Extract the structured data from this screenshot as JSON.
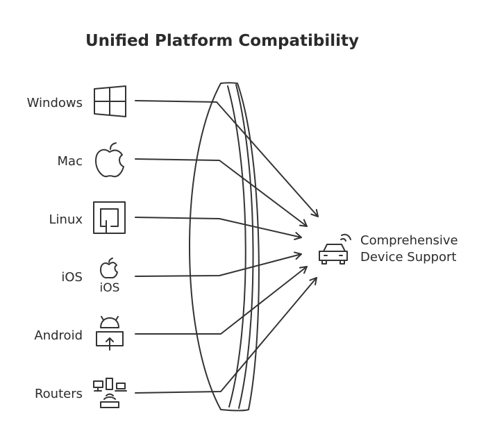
{
  "title": "Unified Platform Compatibility",
  "platforms": [
    {
      "label": "Windows",
      "icon": "windows-icon"
    },
    {
      "label": "Mac",
      "icon": "apple-icon"
    },
    {
      "label": "Linux",
      "icon": "linux-icon"
    },
    {
      "label": "iOS",
      "icon": "ios-icon",
      "icon_text": "iOS"
    },
    {
      "label": "Android",
      "icon": "android-icon"
    },
    {
      "label": "Routers",
      "icon": "router-devices-icon"
    }
  ],
  "target": {
    "line1": "Comprehensive",
    "line2": "Device Support",
    "icon": "connected-car-icon"
  },
  "lens_icon": "lens-shape",
  "colors": {
    "ink": "#333333",
    "background": "#ffffff"
  }
}
